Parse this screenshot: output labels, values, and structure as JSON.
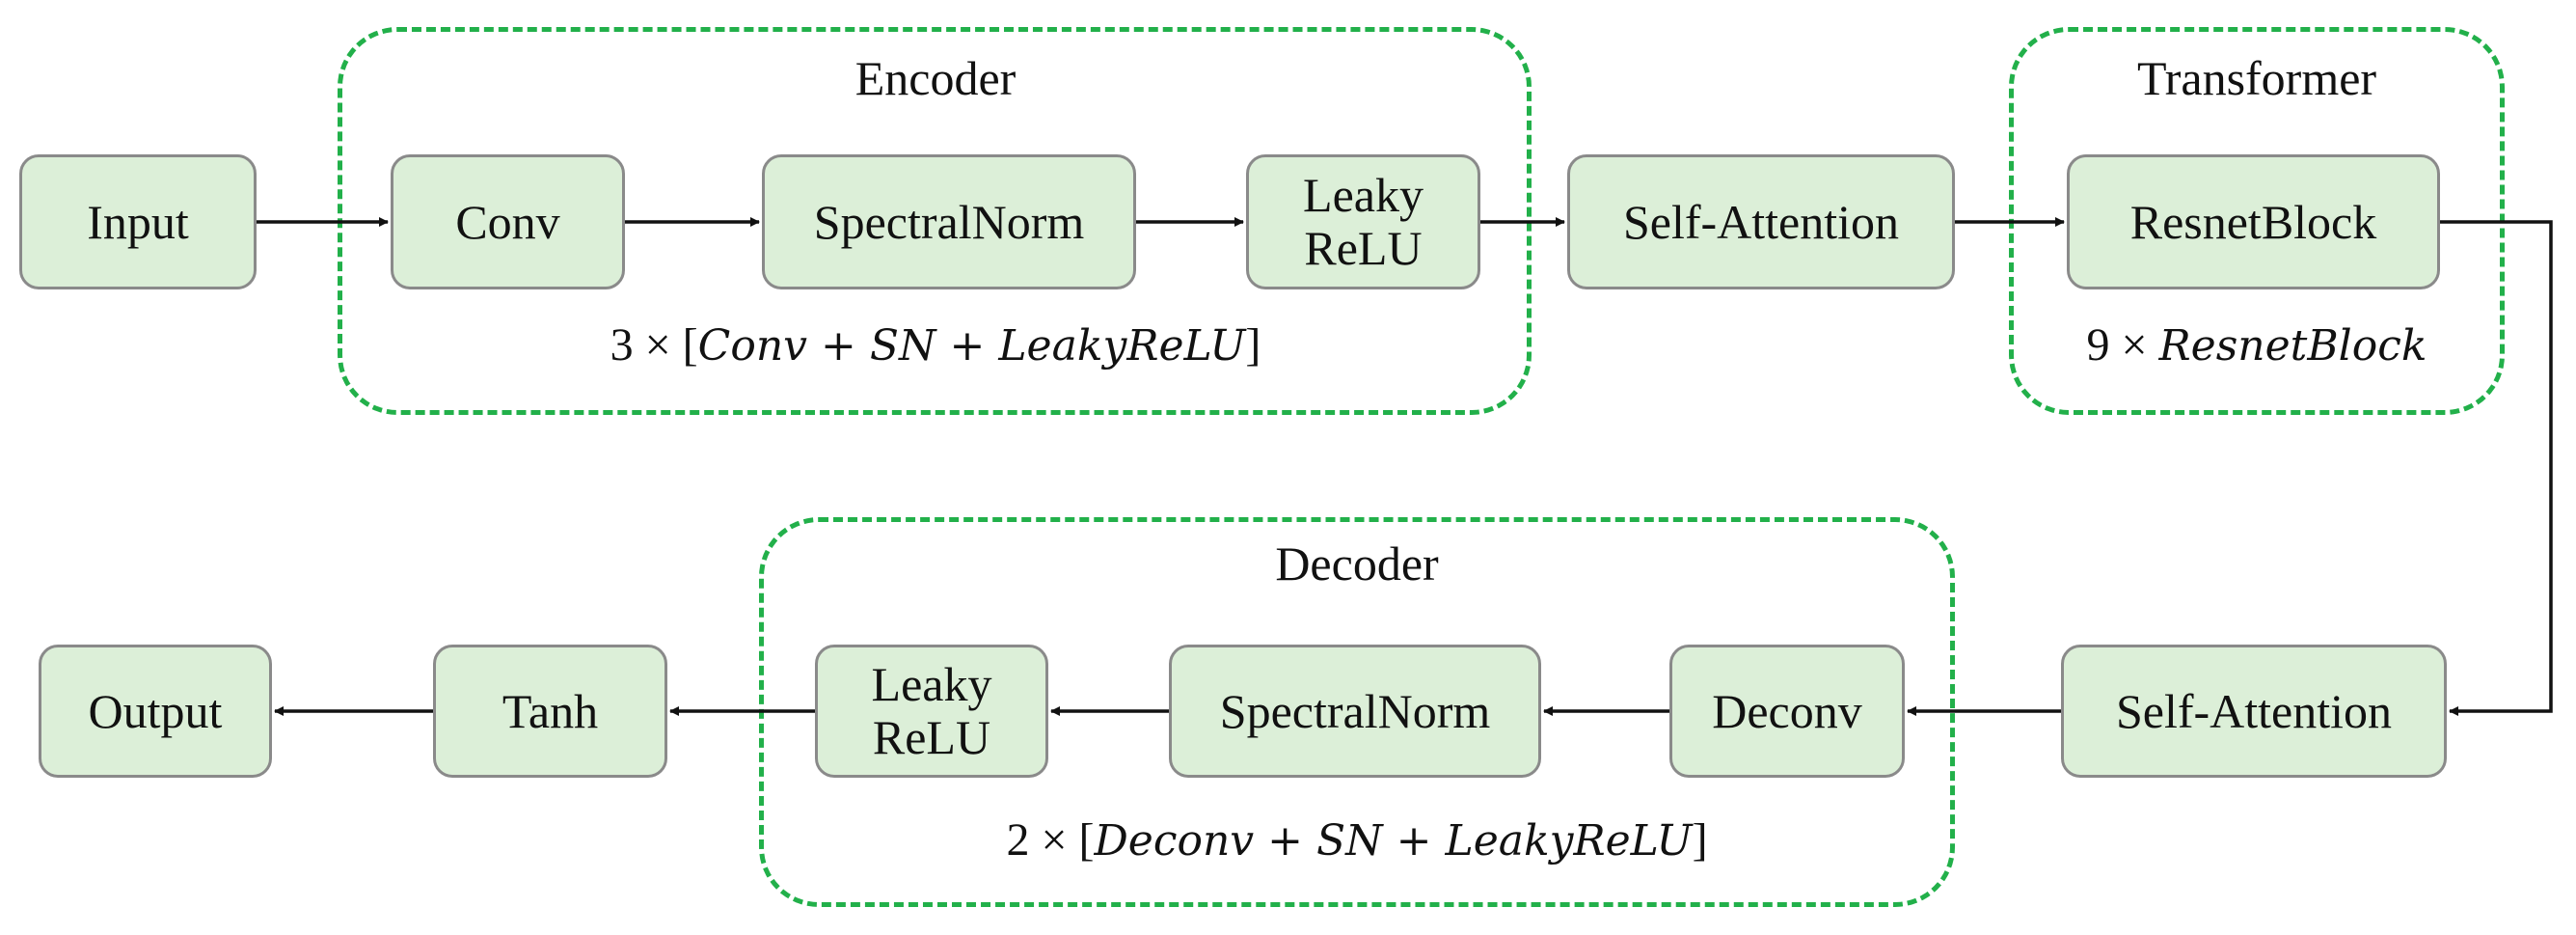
{
  "groups": {
    "encoder": {
      "title": "Encoder",
      "formula_prefix": "3 × [",
      "formula_body": "Conv + SN + LeakyReLU",
      "formula_suffix": "]"
    },
    "transformer": {
      "title": "Transformer",
      "formula_prefix": "9 × ",
      "formula_body": "ResnetBlock",
      "formula_suffix": ""
    },
    "decoder": {
      "title": "Decoder",
      "formula_prefix": "2 × [",
      "formula_body": "Deconv + SN + LeakyReLU",
      "formula_suffix": "]"
    }
  },
  "nodes": {
    "input": "Input",
    "conv": "Conv",
    "spectralnorm_1": "SpectralNorm",
    "leaky_relu_1": "Leaky\nReLU",
    "self_attention_1": "Self-Attention",
    "resnet_block": "ResnetBlock",
    "self_attention_2": "Self-Attention",
    "deconv": "Deconv",
    "spectralnorm_2": "SpectralNorm",
    "leaky_relu_2": "Leaky\nReLU",
    "tanh": "Tanh",
    "output": "Output"
  },
  "colors": {
    "node_fill": "#dcefd8",
    "node_border": "#8a8a8a",
    "group_border": "#22b04a",
    "arrow": "#111111"
  }
}
